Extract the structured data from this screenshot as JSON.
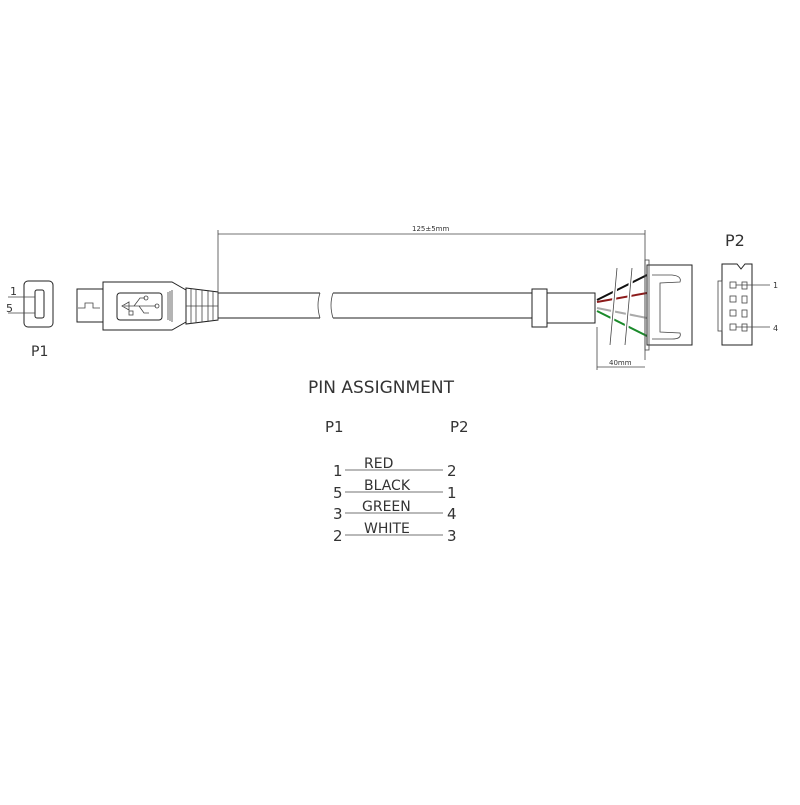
{
  "drawing": {
    "cable_length": "125±5mm",
    "strip_length": "40mm",
    "p1_label": "P1",
    "p2_label": "P2",
    "p1_pin_top": "1",
    "p1_pin_bottom": "5",
    "p2_pin_top": "1",
    "p2_pin_bottom": "4"
  },
  "pin_assignment": {
    "title": "PIN ASSIGNMENT",
    "col_p1": "P1",
    "col_p2": "P2",
    "rows": [
      {
        "p1": "1",
        "wire": "RED",
        "p2": "2"
      },
      {
        "p1": "5",
        "wire": "BLACK",
        "p2": "1"
      },
      {
        "p1": "3",
        "wire": "GREEN",
        "p2": "4"
      },
      {
        "p1": "2",
        "wire": "WHITE",
        "p2": "3"
      }
    ]
  },
  "wire_colors": {
    "black": "#111111",
    "red": "#8b1a1a",
    "white": "#aaaaaa",
    "green": "#1a8a2a"
  }
}
